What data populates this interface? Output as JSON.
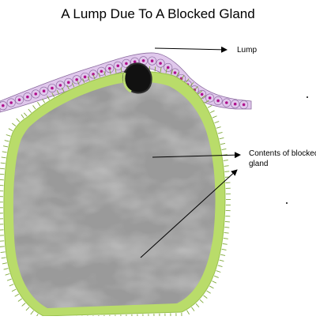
{
  "diagram": {
    "title": "A Lump Due To A Blocked Gland",
    "labels": {
      "lump": "Lump",
      "contents": "Contents of blocked gland"
    }
  },
  "colors": {
    "background": "#ffffff",
    "skin_cells": "#e0c8ec",
    "skin_cell_border": "#8a6a9e",
    "nucleus": "#b0108c",
    "gland_wall": "#b9dc6a",
    "gland_wall_cells": "#7fa83a",
    "gland_contents": "#9a9a9a",
    "blockage": "#111111",
    "arrow": "#000000"
  }
}
